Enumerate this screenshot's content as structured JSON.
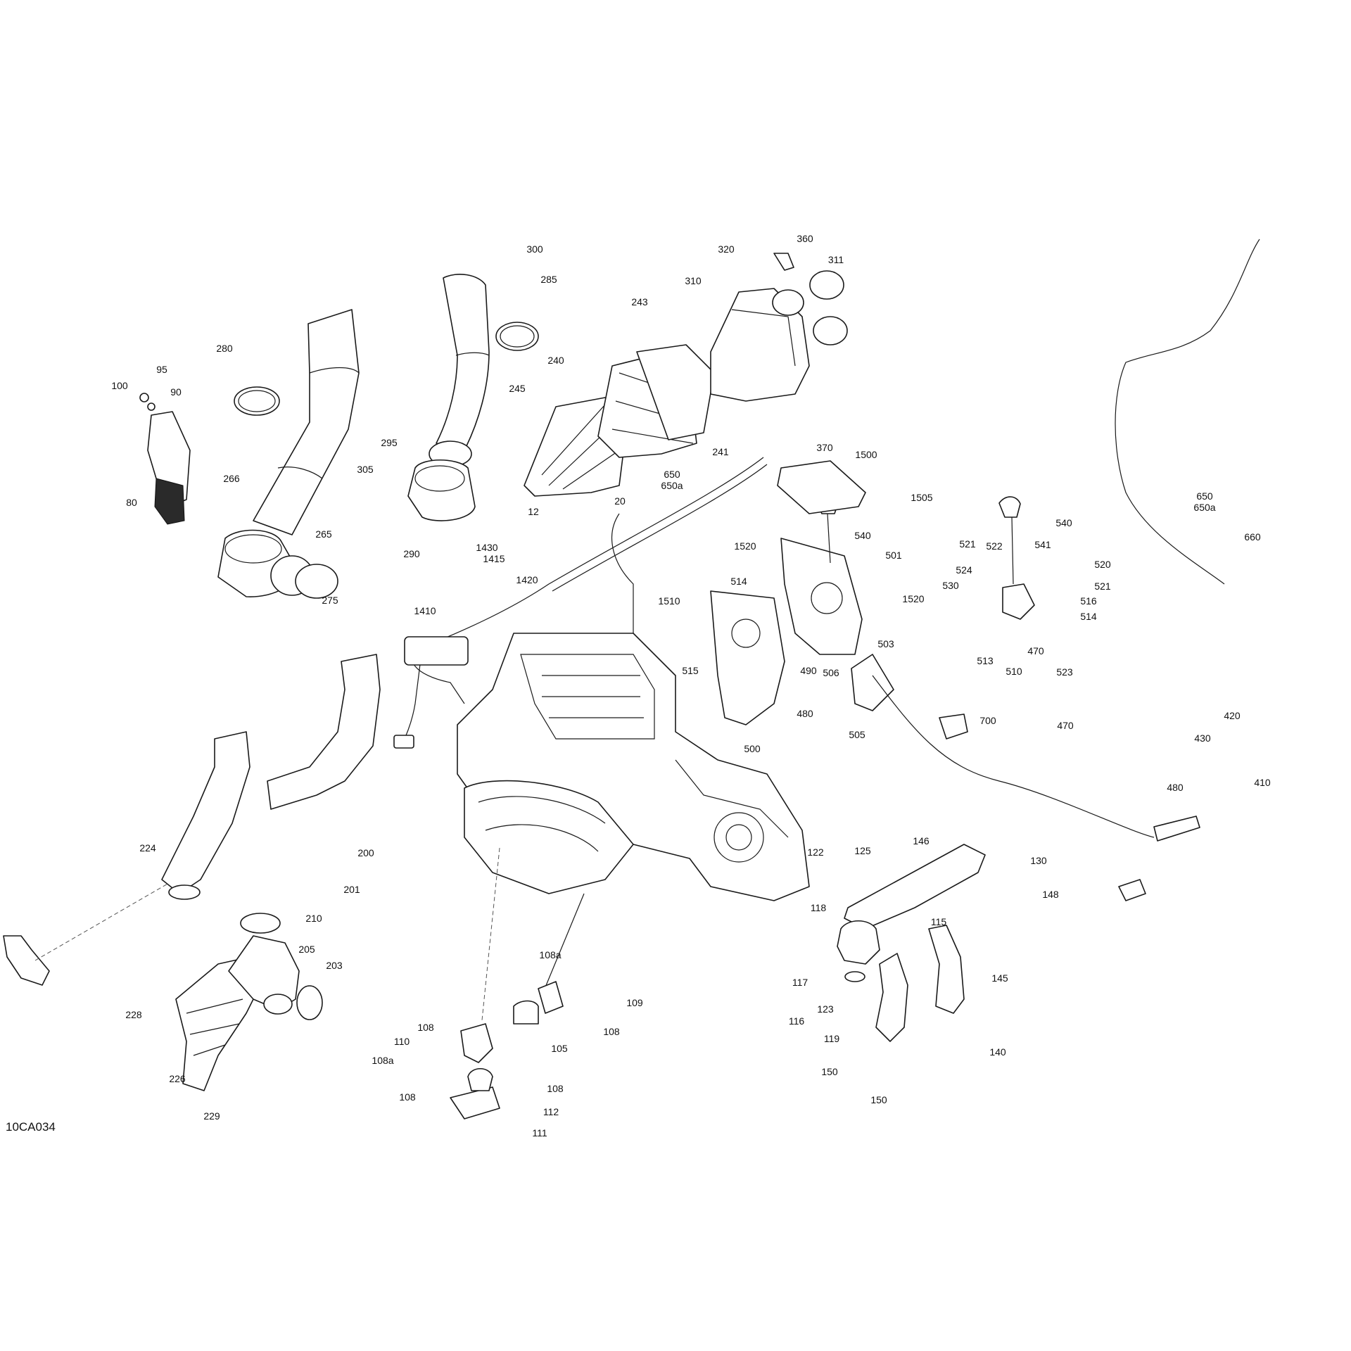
{
  "diagram": {
    "id_label": "10CA034",
    "callouts": {
      "c300": "300",
      "c285": "285",
      "c243": "243",
      "c320": "320",
      "c360": "360",
      "c311": "311",
      "c310": "310",
      "c280": "280",
      "c95": "95",
      "c100": "100",
      "c90": "90",
      "c240": "240",
      "c245": "245",
      "c305": "305",
      "c295": "295",
      "c241": "241",
      "c370": "370",
      "c1500": "1500",
      "c266": "266",
      "c1505": "1505",
      "c80": "80",
      "c265": "265",
      "c20": "20",
      "c12": "12",
      "c290": "290",
      "c540a": "540",
      "c540b": "540",
      "c541": "541",
      "c1520a": "1520",
      "c521a": "521",
      "c522": "522",
      "c660": "660",
      "c501": "501",
      "c520": "520",
      "c275": "275",
      "c1430": "1430",
      "c1415": "1415",
      "c1420": "1420",
      "c524": "524",
      "c521b": "521",
      "c530": "530",
      "c514a": "514",
      "c1520b": "1520",
      "c516": "516",
      "c1510": "1510",
      "c514b": "514",
      "c1410": "1410",
      "c503": "503",
      "c515": "515",
      "c490": "490",
      "c513": "513",
      "c510": "510",
      "c470a": "470",
      "c523": "523",
      "c480a": "480",
      "c506": "506",
      "c505": "505",
      "c500": "500",
      "c700": "700",
      "c470b": "470",
      "c420": "420",
      "c430": "430",
      "c480b": "480",
      "c410": "410",
      "c224": "224",
      "c200": "200",
      "c146": "146",
      "c122": "122",
      "c125": "125",
      "c130": "130",
      "c201": "201",
      "c148": "148",
      "c210": "210",
      "c118": "118",
      "c115": "115",
      "c205": "205",
      "c203": "203",
      "c108a1": "108a",
      "c117": "117",
      "c145": "145",
      "c109": "109",
      "c228": "228",
      "c116": "116",
      "c123": "123",
      "c108a": "108",
      "c105": "105",
      "c119": "119",
      "c108b": "108",
      "c110": "110",
      "c140": "140",
      "c108c": "108",
      "c108a2": "108a",
      "c150a": "150",
      "c226": "226",
      "c108d": "108",
      "c112": "112",
      "c150b": "150",
      "c229": "229",
      "c111": "111"
    },
    "stacked_callouts": {
      "c650a": [
        "650",
        "650a"
      ],
      "c650b": [
        "650",
        "650a"
      ]
    }
  }
}
